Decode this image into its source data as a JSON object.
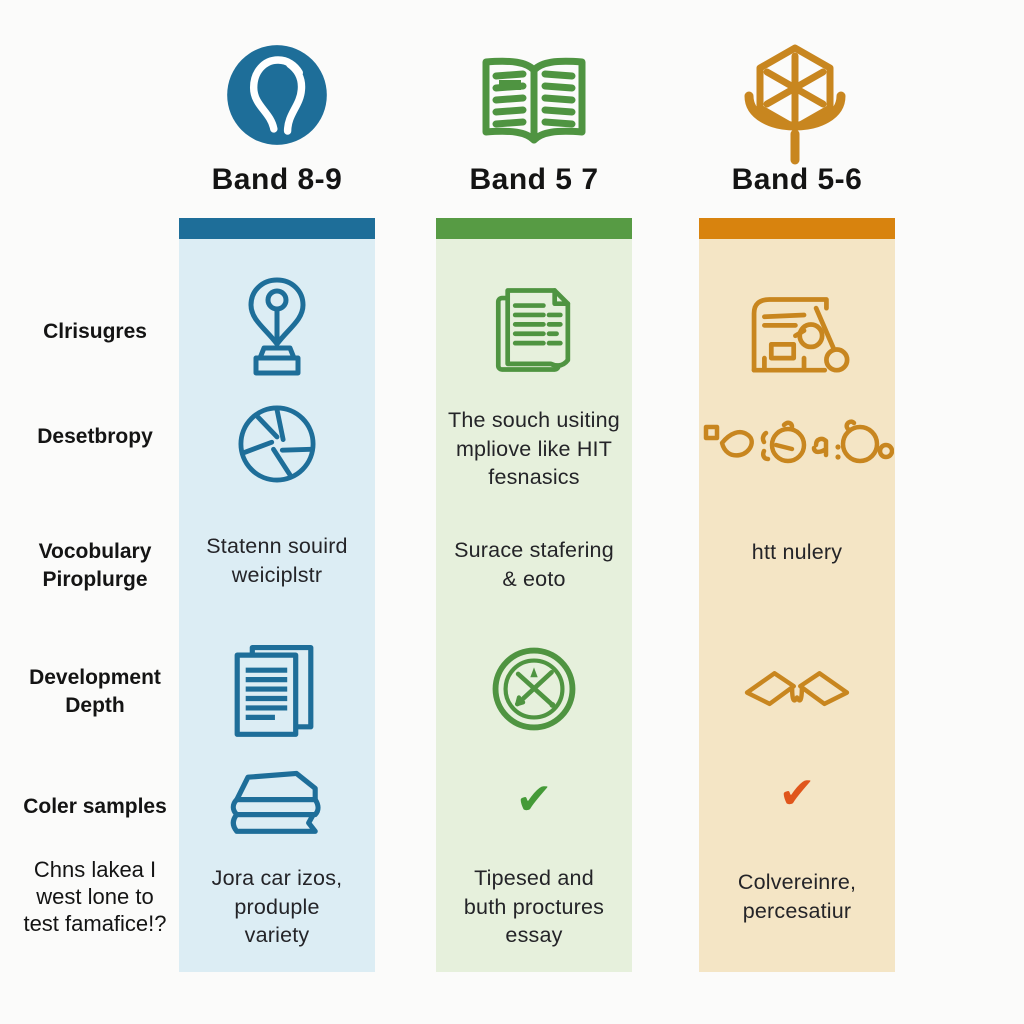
{
  "theme": {
    "bg": "#fbfbfa",
    "blue": "#1e6e99",
    "blueLight": "#dcedf4",
    "green": "#579b44",
    "greenLight": "#e6f0dc",
    "greenIcon": "#4f9441",
    "orange": "#d8830e",
    "orangeLight": "#f4e5c5",
    "orangeIcon": "#c8861f",
    "checkGreen": "#449a37",
    "checkOrange": "#e0561c",
    "text": "#1d1d1f"
  },
  "glyphs": {
    "check": "✔"
  },
  "row_labels": [
    "Clrisugres",
    "Desetbropy",
    "Vocobulary\nPiroplurge",
    "Development\nDepth",
    "Coler samples",
    "Chns lakea I\nwest lone to\ntest famafice!?"
  ],
  "columns": [
    {
      "header": "Band 8-9",
      "header_icon": "lightbulb-circle-icon",
      "cells": {
        "row1": {
          "type": "icon",
          "icon": "award-pin-icon"
        },
        "row2": {
          "type": "icon",
          "icon": "shutter-icon"
        },
        "row3": {
          "type": "text",
          "text": "Statenn souird\nweiciplstr"
        },
        "row4": {
          "type": "icon",
          "icon": "pages-stack-icon"
        },
        "row5": {
          "type": "icon",
          "icon": "books-stack-icon"
        },
        "row6": {
          "type": "text",
          "text": "Jora car izos,\nproduple\nvariety"
        }
      }
    },
    {
      "header": "Band 5 7",
      "header_icon": "open-book-icon",
      "cells": {
        "row1": {
          "type": "icon",
          "icon": "document-lines-icon"
        },
        "row2": {
          "type": "text",
          "text": "The souch usiting\nmpliove like HIT\nfesnasics"
        },
        "row3": {
          "type": "text",
          "text": "Surace stafering\n& eoto"
        },
        "row4": {
          "type": "icon",
          "icon": "target-tools-icon"
        },
        "row5": {
          "type": "check",
          "color": "#449a37"
        },
        "row6": {
          "type": "text",
          "text": "Tipesed and\nbuth proctures\nessay"
        }
      }
    },
    {
      "header": "Band 5-6",
      "header_icon": "hex-wheel-stand-icon",
      "cells": {
        "row1": {
          "type": "icon",
          "icon": "machine-printer-icon"
        },
        "row2": {
          "type": "icon",
          "icon": "ornament-glyphs-icon"
        },
        "row3": {
          "type": "text",
          "text": "htt nulery"
        },
        "row4": {
          "type": "icon",
          "icon": "bowtie-book-icon"
        },
        "row5": {
          "type": "check",
          "color": "#e0561c"
        },
        "row6": {
          "type": "text",
          "text": "Colvereinre,\npercesatiur"
        }
      }
    }
  ]
}
